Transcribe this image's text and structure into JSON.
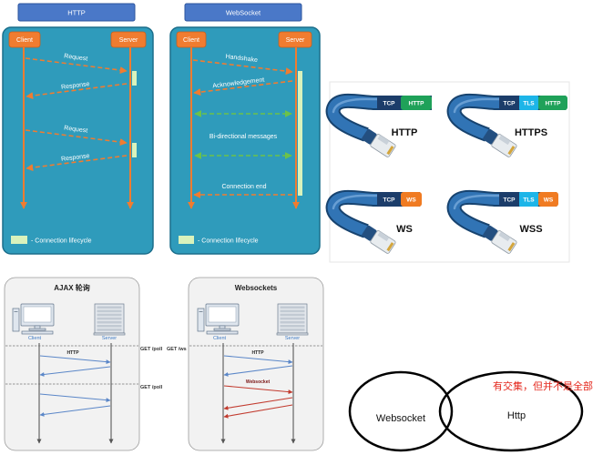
{
  "http_diagram": {
    "header": "HTTP",
    "client": "Client",
    "server": "Server",
    "messages": [
      "Request",
      "Response",
      "Request",
      "Response"
    ],
    "legend": "- Connection lifecycle"
  },
  "websocket_diagram": {
    "header": "WebSocket",
    "client": "Client",
    "server": "Server",
    "messages": [
      "Handshake",
      "Acknowledgement",
      "Bi-directional messages",
      "Connection end"
    ],
    "legend": "- Connection lifecycle"
  },
  "protocol_stacks": [
    {
      "layers": [
        "TCP",
        "HTTP"
      ],
      "label": "HTTP"
    },
    {
      "layers": [
        "TCP",
        "TLS",
        "HTTP"
      ],
      "label": "HTTPS"
    },
    {
      "layers": [
        "TCP",
        "WS"
      ],
      "label": "WS"
    },
    {
      "layers": [
        "TCP",
        "TLS",
        "WS"
      ],
      "label": "WSS"
    }
  ],
  "ajax_polling": {
    "title": "AJAX 轮询",
    "client": "Client",
    "server": "Server",
    "requests": [
      "GET /poll",
      "GET /poll"
    ],
    "message_label": "HTTP"
  },
  "websockets": {
    "title": "Websockets",
    "client": "Client",
    "server": "Server",
    "request": "GET /ws",
    "handshake_label": "HTTP",
    "messages_label": "Websocket"
  },
  "venn": {
    "left_set": "Websocket",
    "right_set": "Http",
    "note": "有交集，但并不是全部"
  },
  "icons": {
    "client": "desktop-computer-icon",
    "server": "server-rack-icon",
    "cable": "ethernet-cable-icon"
  },
  "colors": {
    "header_blue": "#4a78c8",
    "panel_teal": "#2f9bbb",
    "participant_orange": "#f07c30",
    "lifecycle_green": "#d9f2bc",
    "bidirectional_green": "#6cc24a",
    "http_arrow_blue": "#5b87c8",
    "websocket_arrow_red": "#c23b2f",
    "tcp_navy": "#1c3d6a",
    "http_green": "#1fa159",
    "tls_cyan": "#1db5e8",
    "ws_orange": "#f07b22",
    "cable_blue": "#3174b5",
    "note_red": "#e4261b"
  }
}
